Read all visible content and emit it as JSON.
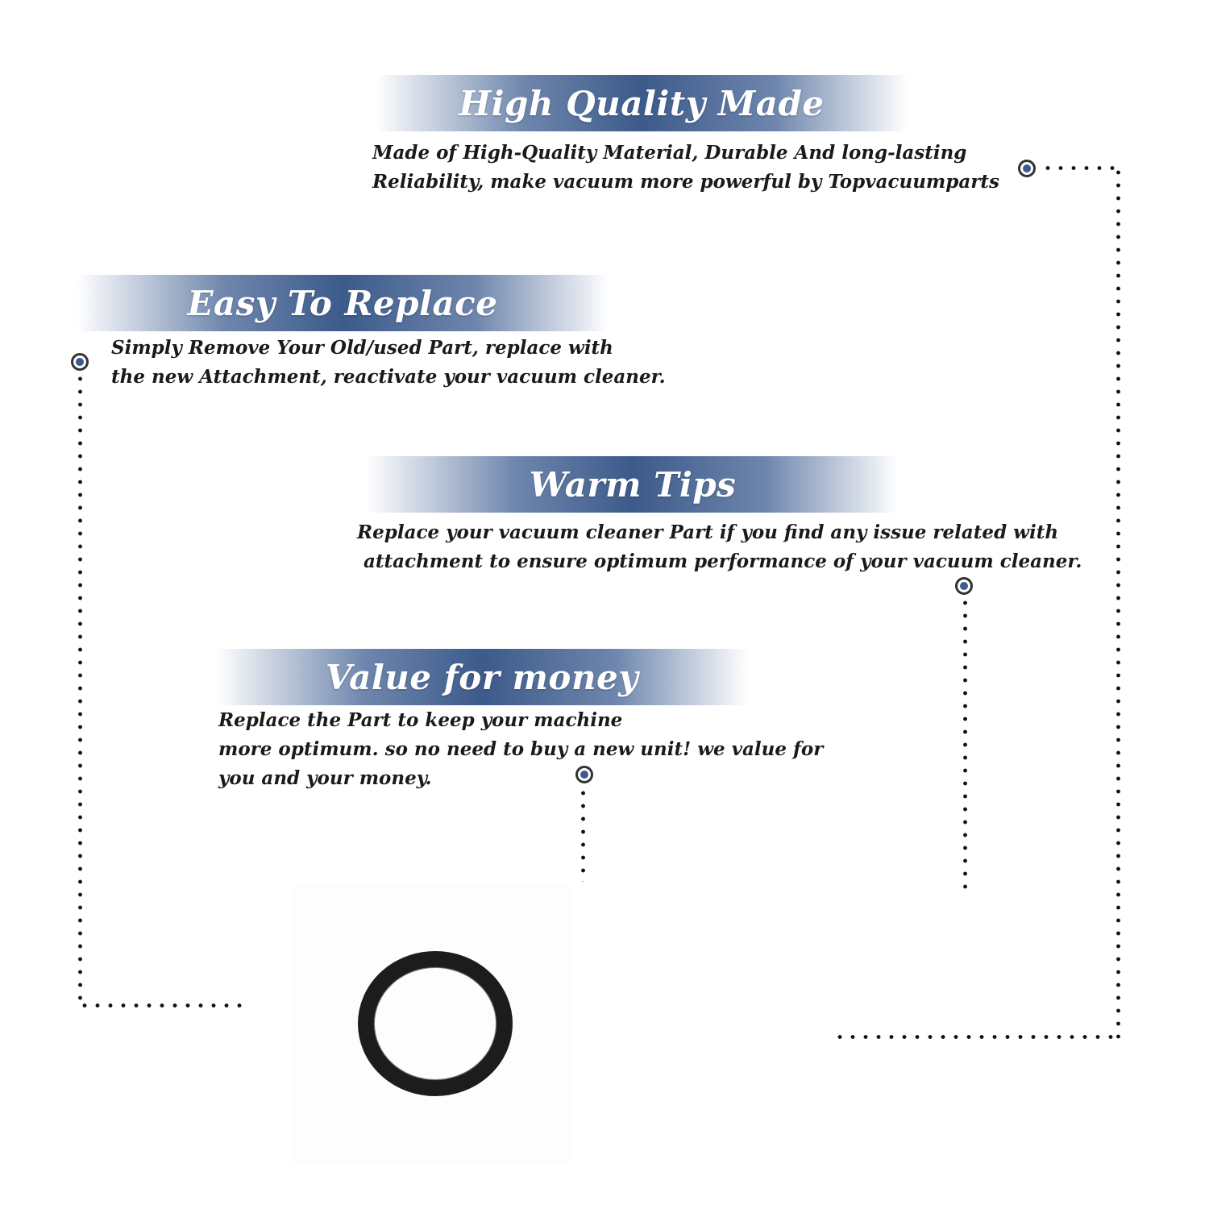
{
  "colors": {
    "banner_blue": "#3c5a8a",
    "text": "#1a1a1a",
    "marker_fill": "#3c5a8a",
    "dots": "#111111",
    "gasket": "#1c1c1c"
  },
  "sections": [
    {
      "title": "High Quality Made",
      "lines": [
        "Made of  High-Quality Material, Durable And long-lasting",
        "Reliability, make vacuum more powerful by Topvacuumparts"
      ]
    },
    {
      "title": "Easy To Replace",
      "lines": [
        "Simply Remove Your Old/used Part, replace with",
        "the new Attachment, reactivate your vacuum cleaner."
      ]
    },
    {
      "title": "Warm Tips",
      "lines": [
        "Replace your vacuum cleaner Part if you find any issue related with",
        " attachment to ensure optimum performance of your vacuum cleaner."
      ]
    },
    {
      "title": "Value for money",
      "lines": [
        "Replace the Part to keep your machine",
        "more optimum. so no need to buy a new unit! we value for",
        "you and your money."
      ]
    }
  ],
  "product": {
    "icon": "rubber-gasket-ring-icon"
  }
}
